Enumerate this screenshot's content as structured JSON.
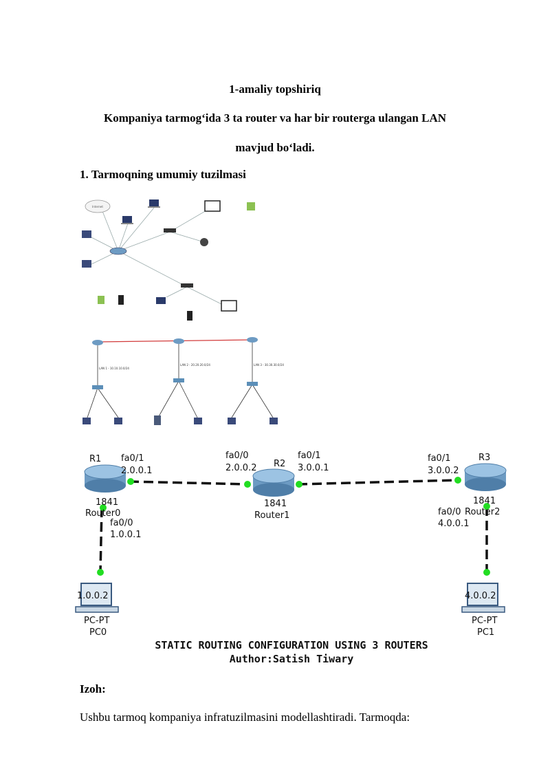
{
  "document": {
    "title": "1-amaliy topshiriq",
    "subtitle_line1": "Kompaniya tarmog‘ida 3 ta router va har bir routerga ulangan LAN",
    "subtitle_line2": "mavjud bo‘ladi.",
    "section1_heading": "1. Tarmoqning umumiy tuzilmasi",
    "note_heading": "Izoh:",
    "note_text": "Ushbu tarmoq kompaniya infratuzilmasini modellashtiradi. Tarmoqda:"
  },
  "diagram_top": {
    "cloud_label": "Internet",
    "lan_labels": [
      "LAN 1 - 10.10.10.0/24",
      "LAN 2 - 20.20.20.0/24",
      "LAN 3 - 30.30.30.0/24"
    ]
  },
  "diagram_bottom": {
    "routers": [
      {
        "name": "R1",
        "model": "1841",
        "label": "Router0"
      },
      {
        "name": "R2",
        "model": "1841",
        "label": "Router1"
      },
      {
        "name": "R3",
        "model": "1841",
        "label": "Router2"
      }
    ],
    "interfaces": {
      "r1_fa01": {
        "iface": "fa0/1",
        "ip": "2.0.0.1"
      },
      "r1_fa00": {
        "iface": "fa0/0",
        "ip": "1.0.0.1"
      },
      "r2_fa00": {
        "iface": "fa0/0",
        "ip": "2.0.0.2"
      },
      "r2_fa01": {
        "iface": "fa0/1",
        "ip": "3.0.0.1"
      },
      "r3_fa01": {
        "iface": "fa0/1",
        "ip": "3.0.0.2"
      },
      "r3_fa00": {
        "iface": "fa0/0",
        "ip": "4.0.0.1"
      }
    },
    "pcs": [
      {
        "ip": "1.0.0.2",
        "type": "PC-PT",
        "label": "PC0"
      },
      {
        "ip": "4.0.0.2",
        "type": "PC-PT",
        "label": "PC1"
      }
    ],
    "caption_line1": "STATIC ROUTING CONFIGURATION USING 3 ROUTERS",
    "caption_line2": "Author:Satish Tiwary",
    "colors": {
      "link_dot": "#22dd22",
      "router_body": "#6d9bc3",
      "wan_line": "#d23b3b"
    }
  }
}
